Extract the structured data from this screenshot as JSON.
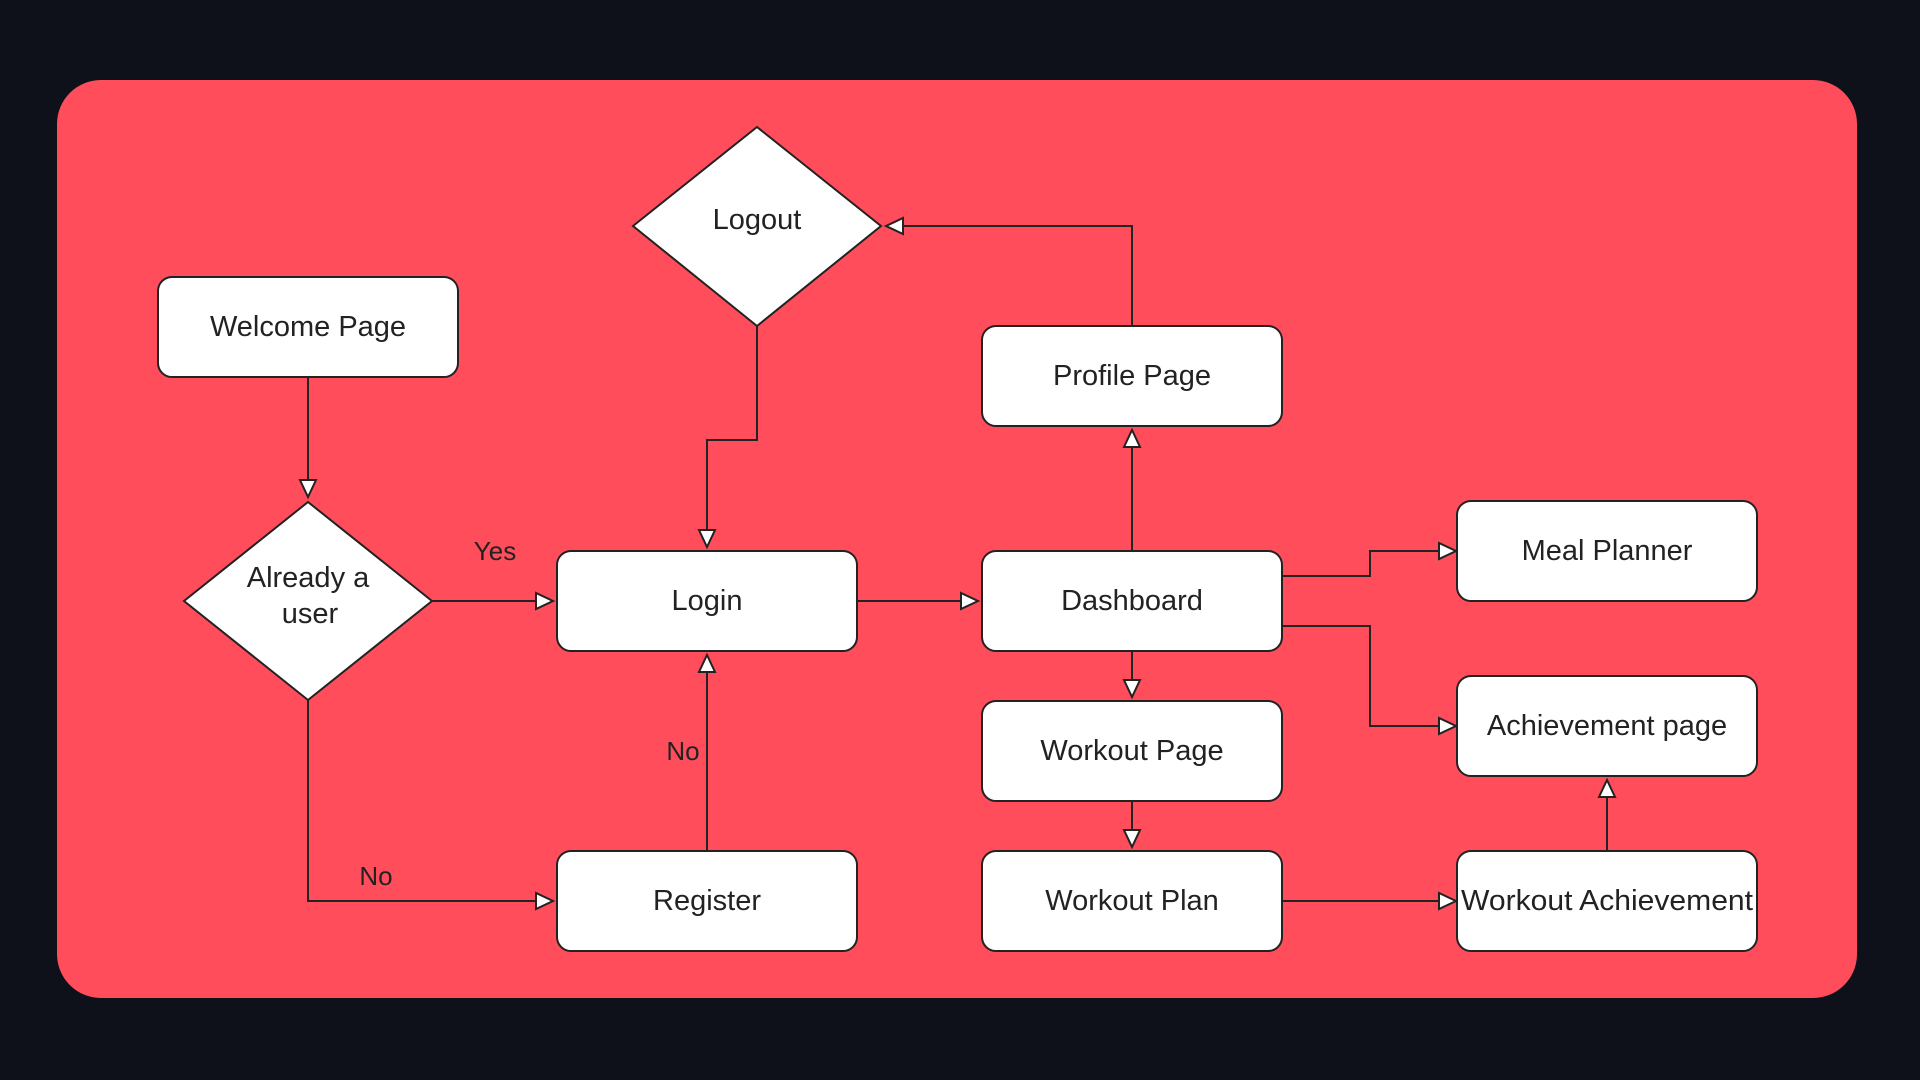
{
  "colors": {
    "page_background": "#0e1119",
    "panel_background": "#ff4d5c",
    "node_fill": "#ffffff",
    "stroke": "#222222"
  },
  "nodes": {
    "welcome": "Welcome Page",
    "decision_line1": "Already a",
    "decision_line2": "user",
    "login": "Login",
    "register": "Register",
    "logout": "Logout",
    "profile": "Profile Page",
    "dashboard": "Dashboard",
    "workout_page": "Workout Page",
    "workout_plan": "Workout Plan",
    "meal_planner": "Meal Planner",
    "achievement_page": "Achievement page",
    "workout_achievement": "Workout Achievement"
  },
  "edge_labels": {
    "yes": "Yes",
    "no_register": "No",
    "no_login": "No"
  }
}
